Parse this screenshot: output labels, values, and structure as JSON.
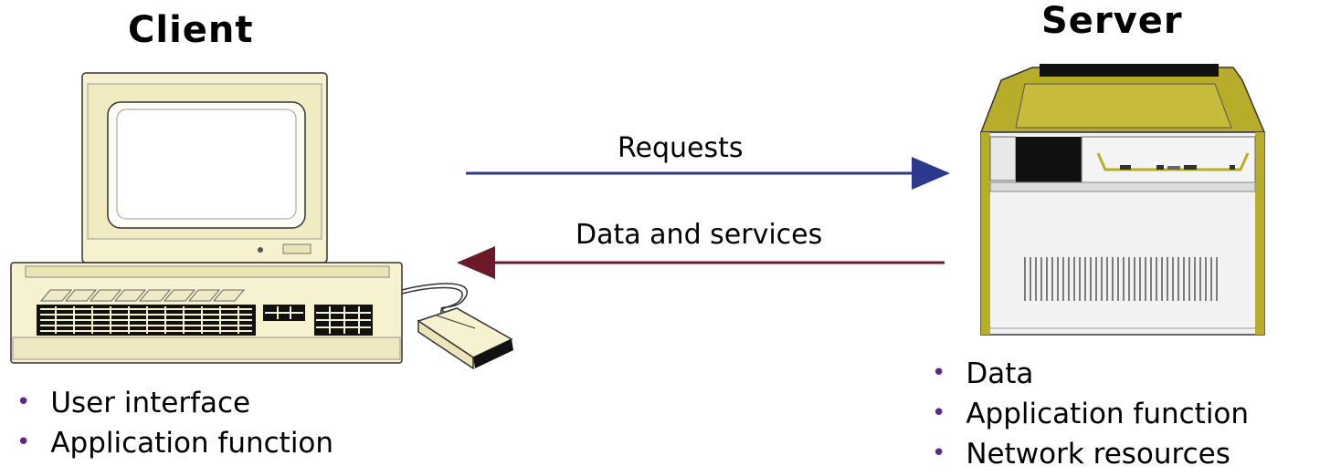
{
  "client": {
    "title": "Client",
    "bullets": [
      "User interface",
      "Application function"
    ]
  },
  "server": {
    "title": "Server",
    "bullets": [
      "Data",
      "Application function",
      "Network resources"
    ]
  },
  "arrows": {
    "requests_label": "Requests",
    "response_label": "Data and services",
    "requests_color": "#2b3a8c",
    "response_color": "#6b1a2a"
  },
  "colors": {
    "client_beige": "#f6f1cf",
    "server_olive": "#b8ad2a",
    "bullet": "#5b2a86"
  }
}
